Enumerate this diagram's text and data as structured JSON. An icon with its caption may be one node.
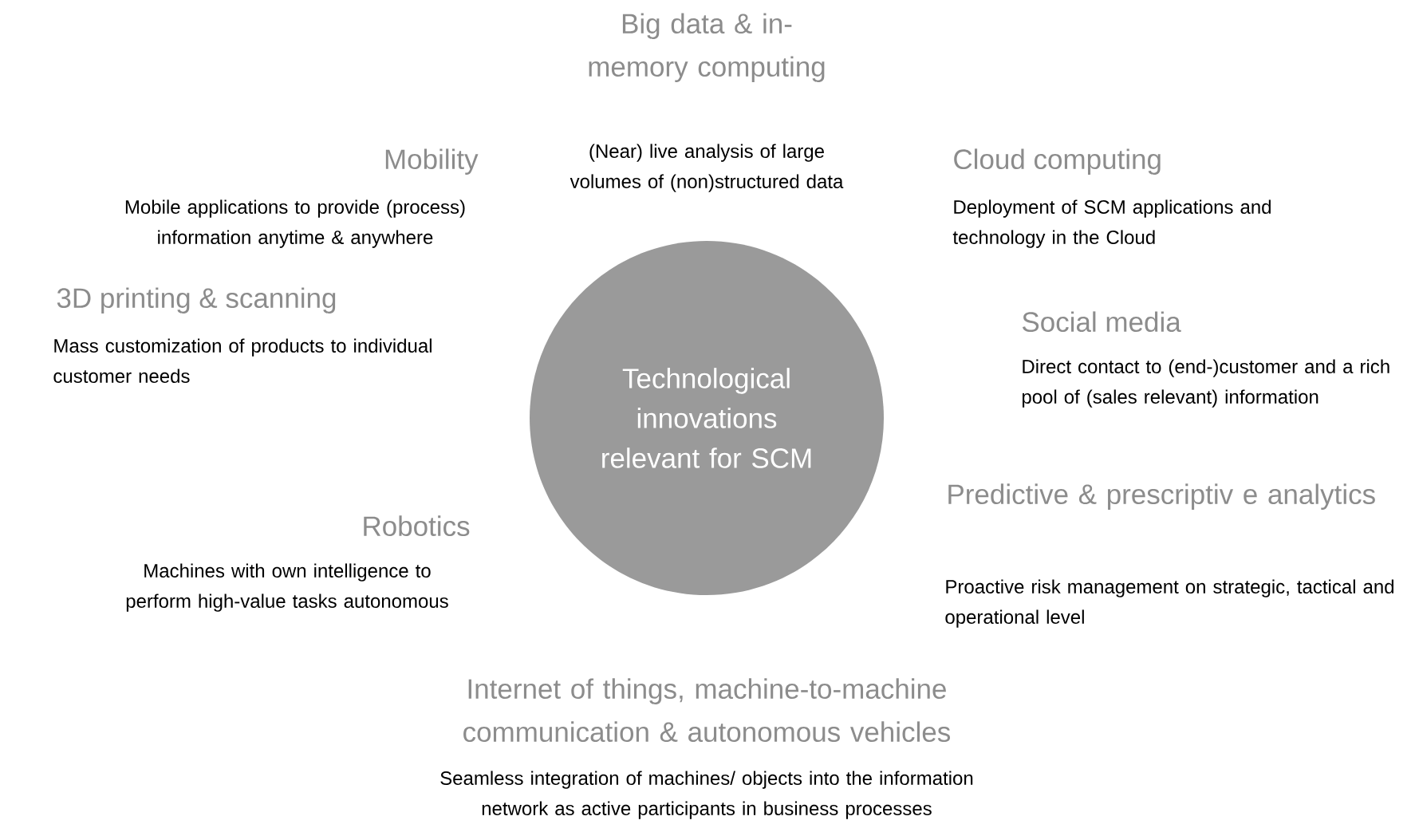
{
  "diagram": {
    "nodes": [
      {
        "text": [
          "Technological innovations relevant for SCM"
        ]
      }
    ],
    "labels": [
      "Big data & in-memory computing",
      "(Near) live analysis of large volumes of (non)structured data",
      "Mobility",
      "Cloud computing",
      "Mobile applications to provide (process) information anytime & anywhere",
      "Deployment of SCM applications and technology in the Cloud",
      "3D printing & scanning",
      "Social media",
      "Mass customization of products to individual customer needs",
      "Direct contact to (end-)customer and a rich pool of (sales relevant) information",
      "Predictive & prescriptiv e analytics",
      "Robotics",
      "Machines with own intelligence to perform high-value tasks autonomous",
      "Proactive risk management on strategic, tactical and operational level",
      "Internet of things, machine-to-machine communication & autonomous vehicles",
      "Seamless integration of machines/ objects into the information network as active participants in business processes"
    ]
  }
}
